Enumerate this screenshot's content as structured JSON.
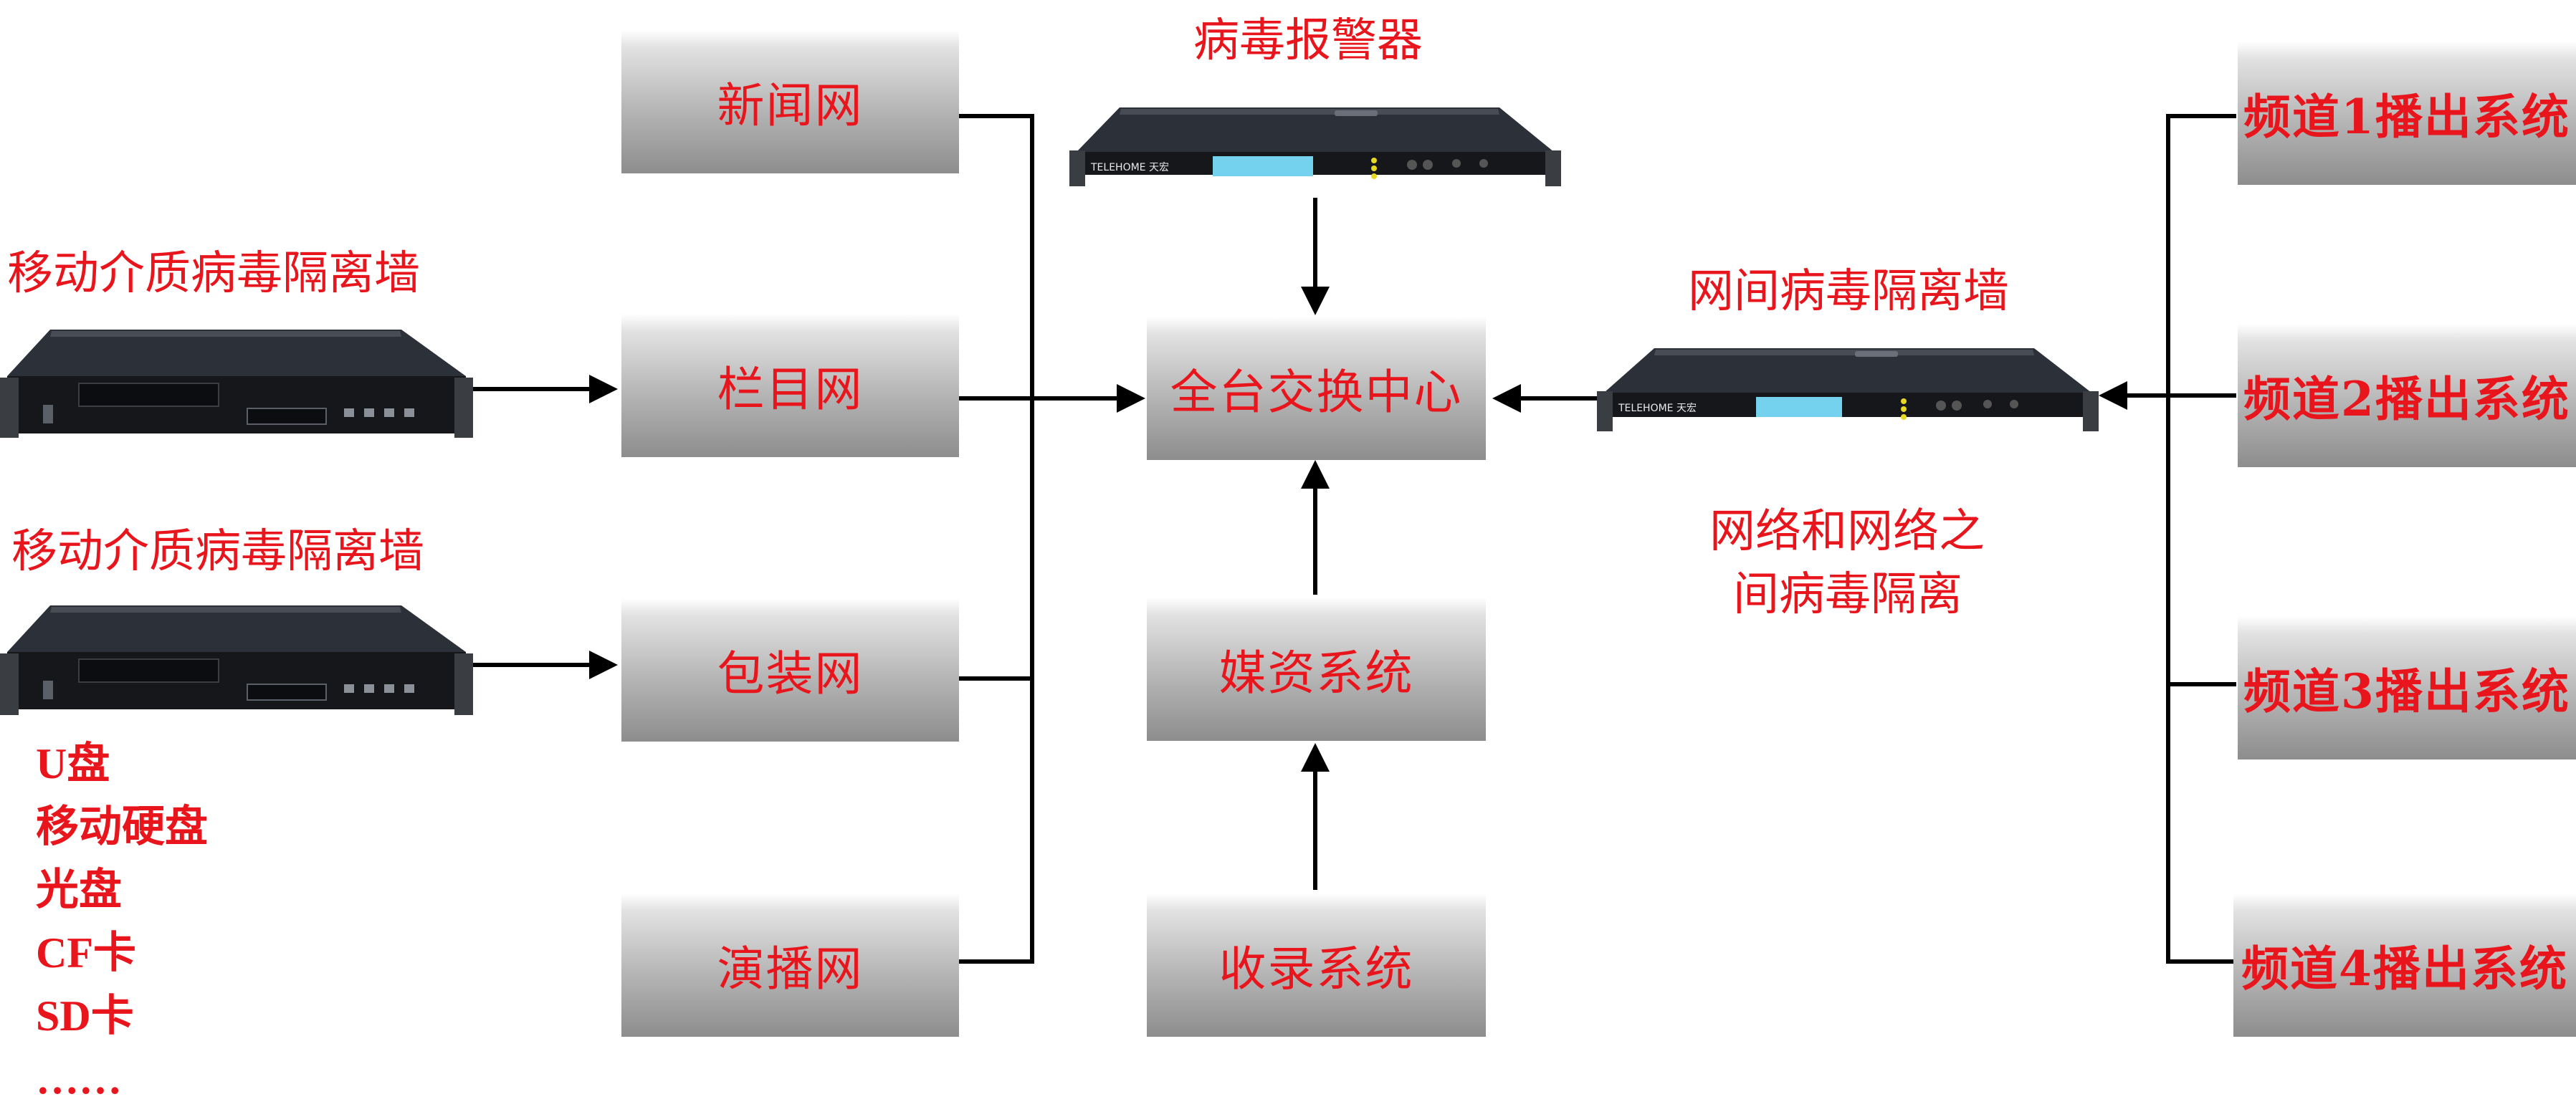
{
  "left_networks": {
    "news": "新闻网",
    "program": "栏目网",
    "packaging": "包装网",
    "broadcast": "演播网"
  },
  "center": {
    "exchange": "全台交换中心",
    "media_asset": "媒资系统",
    "ingest": "收录系统",
    "alarm_label": "病毒报警器"
  },
  "left_labels": {
    "wall_1": "移动介质病毒隔离墙",
    "wall_2": "移动介质病毒隔离墙"
  },
  "media_items": [
    "U盘",
    "移动硬盘",
    "光盘",
    "CF卡",
    "SD卡",
    "……"
  ],
  "right": {
    "wall_label": "网间病毒隔离墙",
    "note_line1": "网络和网络之",
    "note_line2": "间病毒隔离",
    "channels": [
      "频道1播出系统",
      "频道2播出系统",
      "频道3播出系统",
      "频道4播出系统"
    ]
  },
  "device_text": {
    "brand": "TELEHOME 天宏",
    "alarm_brand": "TELEHOME 天宏"
  },
  "colors": {
    "accent_red": "#e8161c",
    "line": "#000000"
  }
}
